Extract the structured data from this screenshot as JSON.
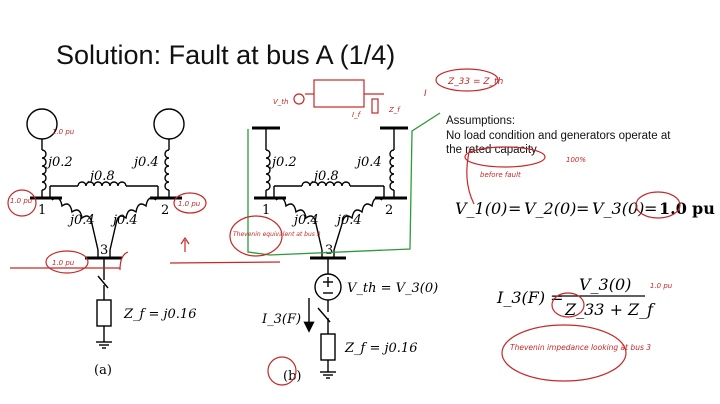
{
  "slide": {
    "title": "Solution: Fault at bus A (1/4)",
    "assumptions_heading": "Assumptions:",
    "assumptions_line1": "No load condition and generators operate at",
    "assumptions_line2": "the rated capacity"
  },
  "circuit_a": {
    "caption": "(a)",
    "x_left_gen": "j0.2",
    "x_right_gen": "j0.4",
    "x_1_2": "j0.8",
    "x_1_3": "j0.4",
    "x_2_3": "j0.4",
    "bus1": "1",
    "bus2": "2",
    "bus3": "3",
    "zf": "Z_f = j0.16"
  },
  "circuit_b": {
    "caption": "(b)",
    "x_left_gen": "j0.2",
    "x_right_gen": "j0.4",
    "x_1_2": "j0.8",
    "x_1_3": "j0.4",
    "x_2_3": "j0.4",
    "bus1": "1",
    "bus2": "2",
    "bus3": "3",
    "vth": "V_th = V_3(0)",
    "i3f": "I_3(F)",
    "zf": "Z_f = j0.16"
  },
  "equations": {
    "v1": "V_1(0)",
    "v2": "V_2(0)",
    "v3": "V_3(0)",
    "eq": "=",
    "value": "1.0",
    "unit": "pu",
    "i3f": "I_3(F) =",
    "numerator": "V_3(0)",
    "denominator": "Z_33 + Z_f"
  },
  "annotations": {
    "pu1": "1.0 pu",
    "pu2": "1.0 pu",
    "pu3": "1.0 pu",
    "pu4": "1.0 pu",
    "pu5": "1.0 pu",
    "z33": "Z_33 = Z_th",
    "before_fault": "before fault",
    "hundred": "100%",
    "thevenin_equiv": "Thevenin equivalent at bus 3",
    "thevenin_imp": "Thevenin impedance looking at bus 3",
    "small_vth": "V_th",
    "small_zf": "Z_f",
    "small_i": "I",
    "small_if": "I_f"
  },
  "colors": {
    "ink": "#000000",
    "annotation_red": "#c62828",
    "highlight_green": "#2e9a3a"
  }
}
